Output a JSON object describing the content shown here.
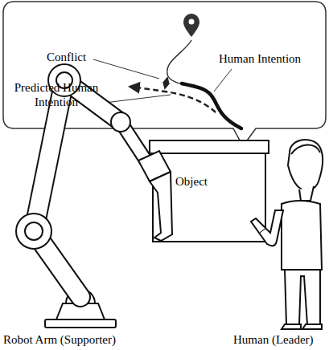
{
  "diagram": {
    "nodes": [
      {
        "text": [
          "Object"
        ]
      }
    ],
    "labels": [
      "Conflict",
      "Human Intention",
      "Predicted Human Intention",
      "Robot Arm (Supporter)",
      "Human (Leader)"
    ]
  }
}
